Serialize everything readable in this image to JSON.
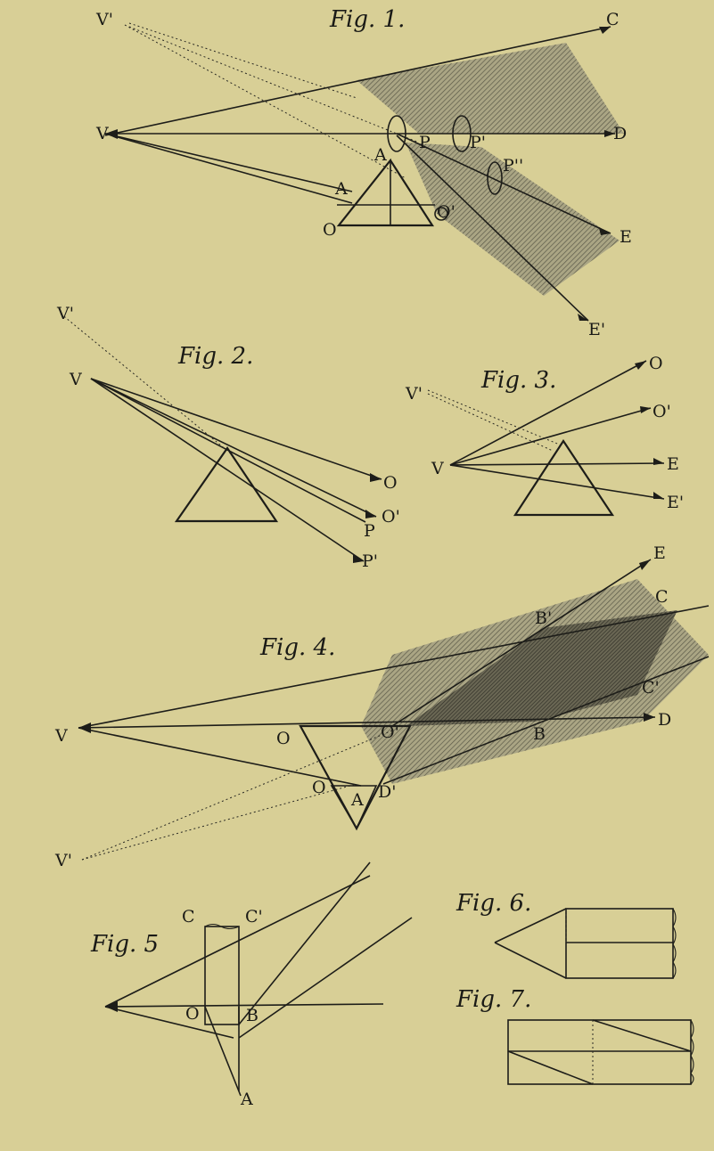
{
  "plate": {
    "background": "#d8cf96",
    "ink": "#1d1d19",
    "shade_light": "#8e8a72",
    "shade_dark": "#4f4d40"
  },
  "fig1": {
    "title": "Fig. 1.",
    "labels": {
      "v_prime": "V'",
      "v": "V",
      "c": "C",
      "d": "D",
      "e": "E",
      "e_prime": "E'",
      "a": "A",
      "a2": "A",
      "p": "P",
      "p_prime": "P'",
      "p_dbl": "P''",
      "o": "O",
      "o_prime": "O'"
    }
  },
  "fig2": {
    "title": "Fig. 2.",
    "labels": {
      "v_prime": "V'",
      "v": "V",
      "o": "O",
      "o_prime": "O'",
      "p": "P",
      "p_prime": "P'"
    }
  },
  "fig3": {
    "title": "Fig. 3.",
    "labels": {
      "v_prime": "V'",
      "v": "V",
      "o": "O",
      "o_prime": "O'",
      "e": "E",
      "e_prime": "E'"
    }
  },
  "fig4": {
    "title": "Fig. 4.",
    "labels": {
      "e": "E",
      "b_prime": "B'",
      "c": "C",
      "c_prime": "C'",
      "d": "D",
      "b": "B",
      "v": "V",
      "o": "O",
      "o_prime": "O'",
      "o_dbl": "O",
      "a": "A",
      "d_prime": "D'",
      "v_prime": "V'"
    }
  },
  "fig5": {
    "title": "Fig. 5",
    "labels": {
      "c": "C",
      "c_prime": "C'",
      "o": "O",
      "b": "B",
      "a": "A"
    }
  },
  "fig6": {
    "title": "Fig. 6."
  },
  "fig7": {
    "title": "Fig. 7."
  }
}
